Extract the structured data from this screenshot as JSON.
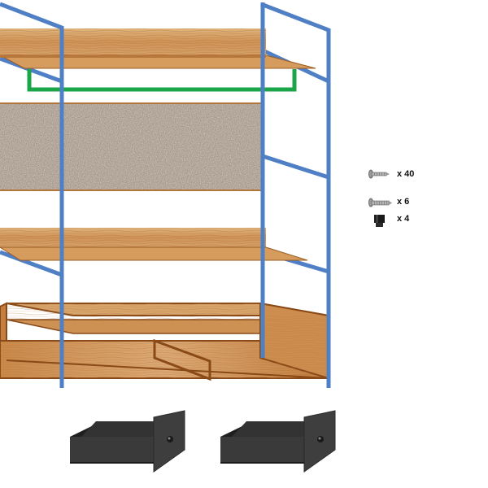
{
  "colors": {
    "frame": "#4f7fc4",
    "rail": "#1aa548",
    "wood_light": "#d9a76a",
    "wood_mid": "#c8894b",
    "wood_dark": "#a25a1f",
    "wood_edge": "#8a4a18",
    "carpet_base": "#9e8f82",
    "drawer": "#3a3a3a",
    "drawer_dark": "#242424"
  },
  "icons": {
    "short_screw": "short-screw-icon",
    "long_screw": "long-screw-icon",
    "leveling_foot": "leveling-foot-icon",
    "drawer": "drawer-icon"
  },
  "parts": {
    "short_screw_qty": "x 40",
    "long_screw_qty": "x 6",
    "foot_qty": "x 4"
  },
  "drawer_count": 2
}
